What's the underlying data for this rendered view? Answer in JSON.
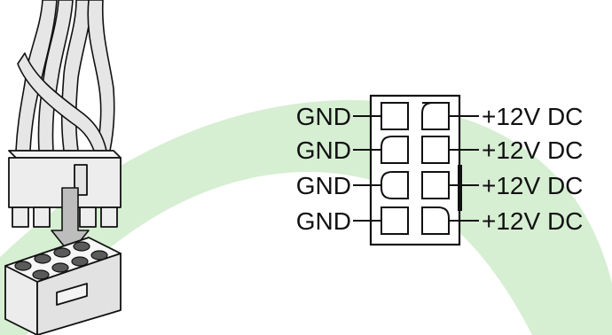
{
  "diagram": {
    "left_labels": [
      "GND",
      "GND",
      "GND",
      "GND"
    ],
    "right_labels": [
      "+12V DC",
      "+12V DC",
      "+12V DC",
      "+12V DC"
    ],
    "pin_rows": 4,
    "pin_columns": 2
  },
  "colors": {
    "watermark_arc": "#d6efd2",
    "line": "#111111",
    "cable_fill": "#e6e6e6",
    "connector_fill": "#f1f1f1",
    "socket_hole": "#5a5a5a",
    "arrow_fill": "#bdbdbd"
  },
  "icons": {
    "illustration": "pcie-8-pin-plug-insertion",
    "pinout": "8-pin-connector-pinout"
  }
}
